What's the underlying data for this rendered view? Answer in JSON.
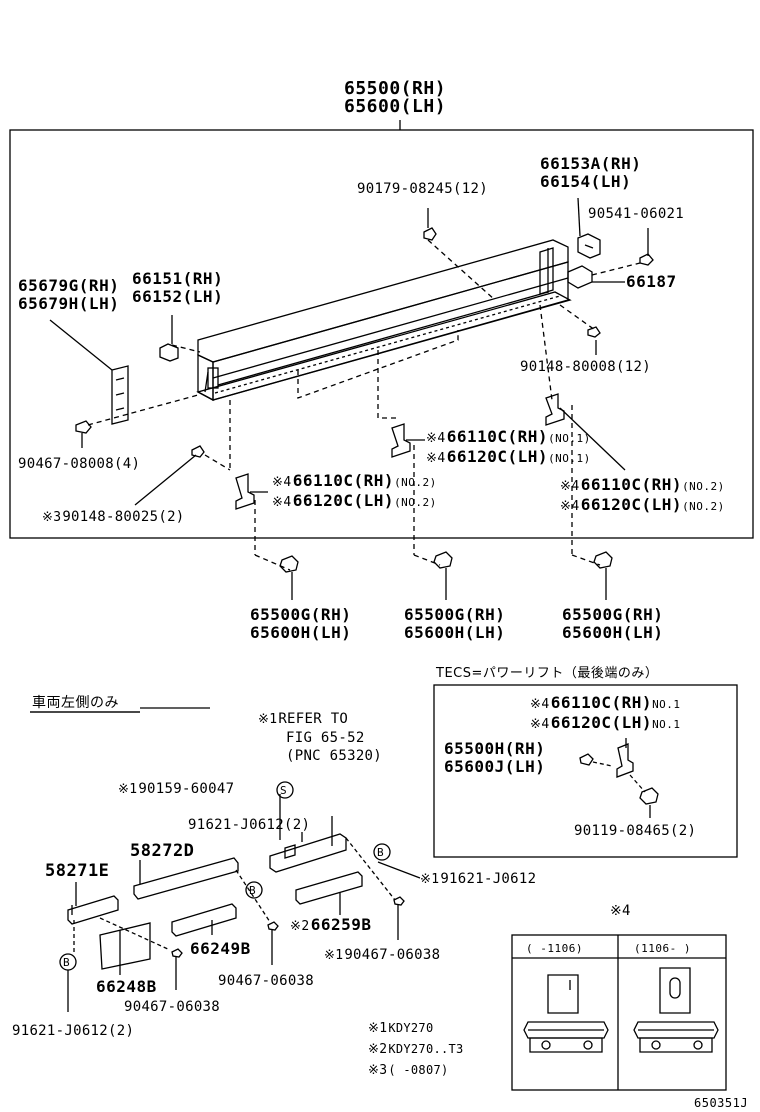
{
  "diagram": {
    "top_assy": {
      "rh": "65500(RH)",
      "lh": "65600(LH)"
    },
    "bolt_top": "90179-08245(12)",
    "clip_rh": "66153A(RH)",
    "clip_lh": "66154(LH)",
    "screw_right": "90541-06021",
    "part_66187": "66187",
    "bolt_right": "90148-80008(12)",
    "bracket_rh": "65679G(RH)",
    "bracket_lh": "65679H(LH)",
    "part_66151": "66151(RH)",
    "part_66152": "66152(LH)",
    "bolt_left": "90467-08008(4)",
    "bolt_left2_mark": "※3",
    "bolt_left2": "90148-80025(2)",
    "hinge_left": {
      "mark": "※4",
      "rh": "66110C(RH)",
      "lh": "66120C(LH)",
      "note": "(NO.2)"
    },
    "hinge_mid": {
      "mark": "※4",
      "rh": "66110C(RH)",
      "lh": "66120C(LH)",
      "note": "(NO.1)"
    },
    "hinge_right": {
      "mark": "※4",
      "rh": "66110C(RH)",
      "lh": "66120C(LH)",
      "note": "(NO.2)"
    },
    "bottom_bolts": [
      {
        "rh": "65500G(RH)",
        "lh": "65600H(LH)"
      },
      {
        "rh": "65500G(RH)",
        "lh": "65600H(LH)"
      },
      {
        "rh": "65500G(RH)",
        "lh": "65600H(LH)"
      }
    ],
    "left_side_only": "車両左側のみ",
    "refer": {
      "mark": "※1",
      "line1": "REFER TO",
      "line2": "FIG 65-52",
      "line3": "(PNC 65320)"
    },
    "part_90159": {
      "mark": "※1",
      "code": "90159-60047",
      "circle": "S"
    },
    "part_91621_2": "91621-J0612(2)",
    "part_58272d": "58272D",
    "part_58271e": "58271E",
    "part_91621_r": {
      "mark": "※1",
      "code": "91621-J0612",
      "circle": "B"
    },
    "part_66259b": {
      "mark": "※2",
      "code": "66259B"
    },
    "part_66249b": "66249B",
    "part_66248b": "66248B",
    "part_90467_a": {
      "mark": "※1",
      "code": "90467-06038"
    },
    "part_90467_b": "90467-06038",
    "part_90467_c": "90467-06038",
    "part_91621_bl": "91621-J0612(2)",
    "circle_b": "B",
    "tecs": {
      "title": "TECS=パワーリフト（最後端のみ）",
      "mark": "※4",
      "rh": "66110C(RH)",
      "lh": "66120C(LH)",
      "note": "NO.1",
      "assy_rh": "65500H(RH)",
      "assy_lh": "65600J(LH)",
      "bolt": "90119-08465(2)"
    },
    "legend": {
      "n1": {
        "mark": "※1",
        "text": "KDY270"
      },
      "n2": {
        "mark": "※2",
        "text": "KDY270..T3"
      },
      "n3": {
        "mark": "※3",
        "text": "(      -0807)"
      }
    },
    "variant": {
      "mark": "※4",
      "col1": "(      -1106)",
      "col2": "(1106-      )"
    },
    "figure_id": "650351J"
  }
}
